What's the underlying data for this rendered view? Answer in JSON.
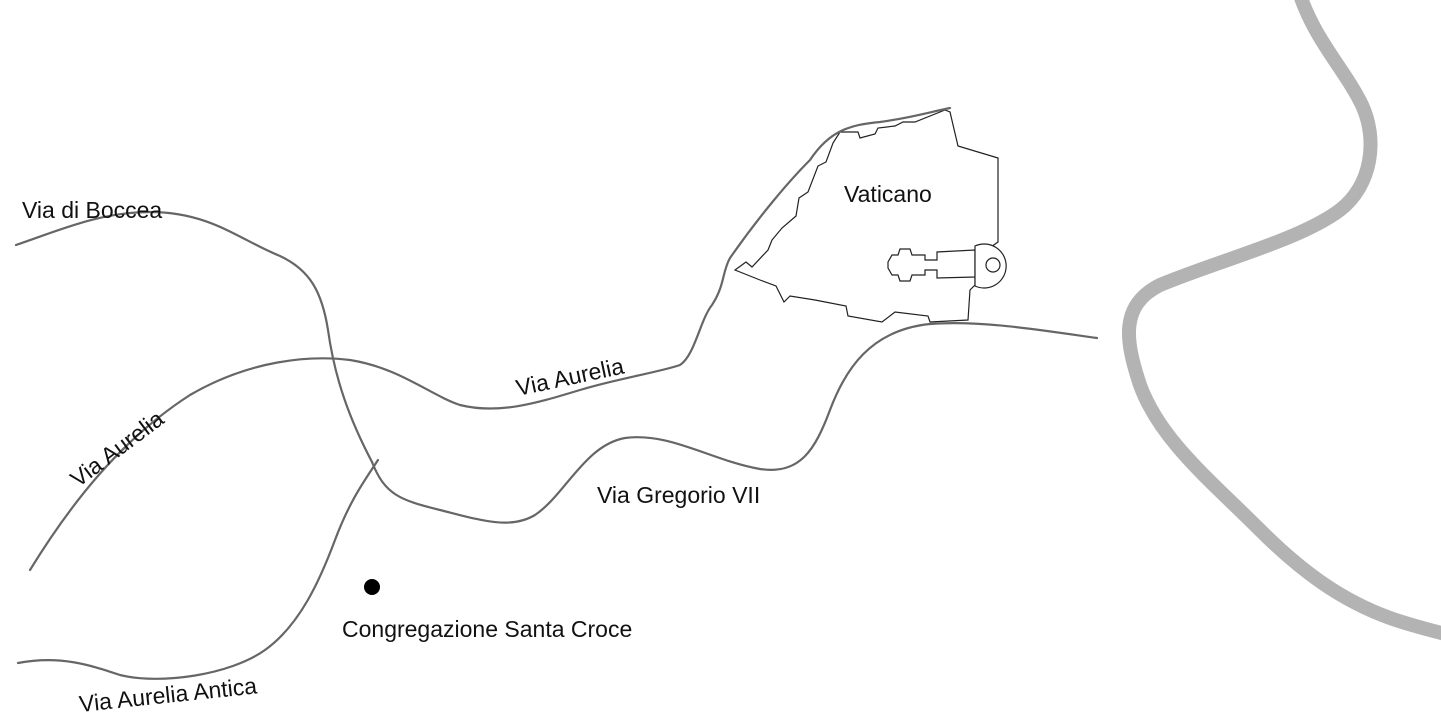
{
  "labels": {
    "via_di_boccea": "Via di Boccea",
    "vaticano": "Vaticano",
    "via_aurelia_east": "Via Aurelia",
    "via_aurelia_west": "Via Aurelia",
    "via_gregorio_vii": "Via Gregorio VII",
    "congregazione": "Congregazione Santa Croce",
    "via_aurelia_antica": "Via Aurelia Antica"
  },
  "colors": {
    "road": "#666666",
    "river": "#b3b3b3",
    "boundary": "#222222",
    "marker": "#000000"
  }
}
